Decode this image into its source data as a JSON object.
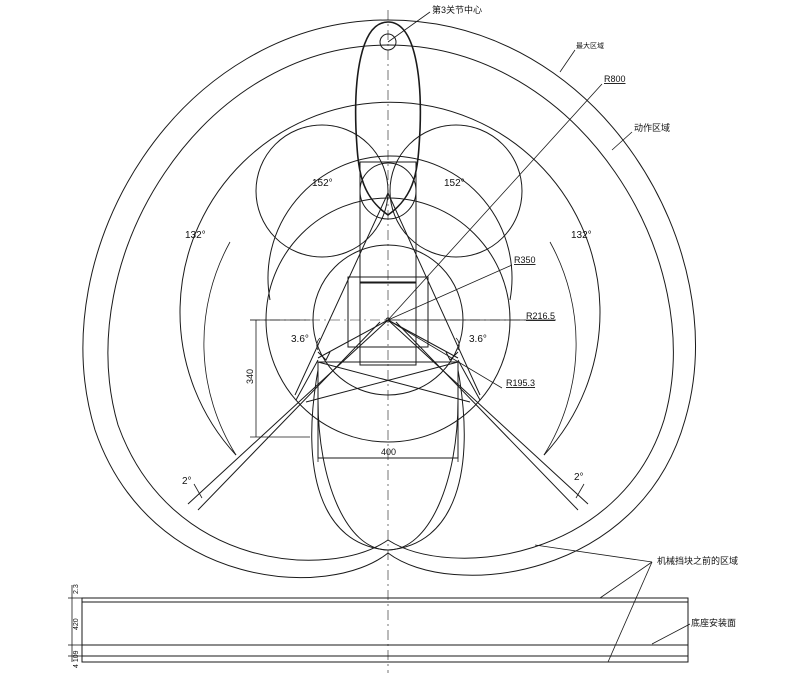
{
  "labels": {
    "joint3_center": "第3关节中心",
    "max_area": "最大区域",
    "motion_area": "动作区域",
    "mech_stop_area": "机械挡块之前的区域",
    "base_mount_surface": "底座安装面"
  },
  "dimensions": {
    "r800": "R800",
    "r350": "R350",
    "r216": "R216.5",
    "r195": "R195.3",
    "d340": "340",
    "d400": "400",
    "d420": "420",
    "d2_3": "2.3",
    "d4_109": "4 109"
  },
  "angles": {
    "a132_left": "132°",
    "a132_right": "132°",
    "a152_left": "152°",
    "a152_right": "152°",
    "a3_6_left": "3.6°",
    "a3_6_right": "3.6°",
    "a2_left": "2°",
    "a2_right": "2°"
  }
}
